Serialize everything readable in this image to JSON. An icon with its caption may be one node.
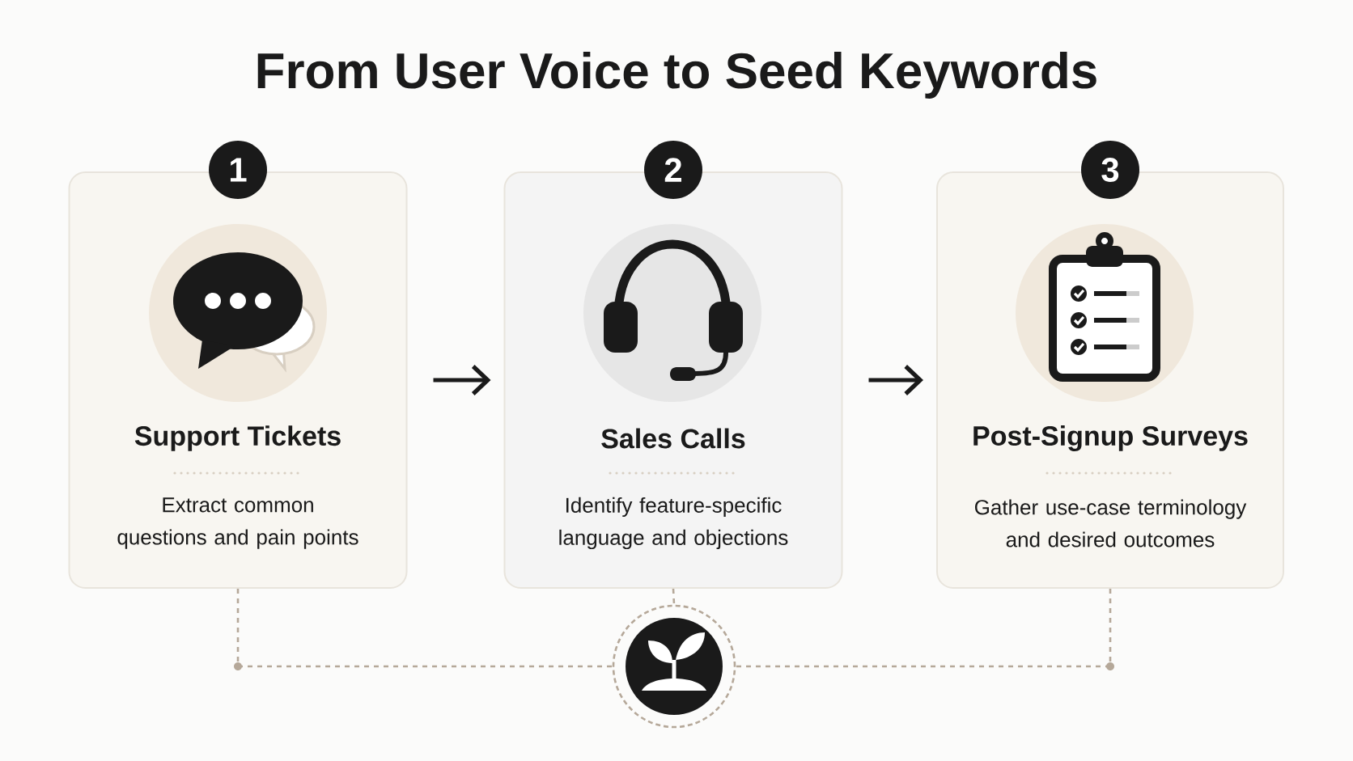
{
  "diagram": {
    "title": "From User Voice to Seed Keywords",
    "nodes": [
      {
        "text": [
          "1",
          "Support Tickets",
          "Extract common questions and pain points"
        ]
      },
      {
        "text": [
          "2",
          "Sales Calls",
          "Identify feature-specific language and objections"
        ]
      },
      {
        "text": [
          "3",
          "Post-Signup Surveys",
          "Gather use-case terminology and desired outcomes"
        ]
      },
      {
        "text": [],
        "shape": "circle"
      }
    ],
    "edges": [
      {
        "from": 0,
        "to": 1,
        "arrow": "to",
        "style": "thick",
        "color": "#1a1a1a"
      },
      {
        "from": 1,
        "to": 2,
        "arrow": "to",
        "style": "thick",
        "color": "#1a1a1a"
      },
      {
        "from": 0,
        "to": 3,
        "arrow": "none",
        "style": "dashed"
      },
      {
        "from": 1,
        "to": 3,
        "arrow": "none",
        "style": "dashed"
      },
      {
        "from": 2,
        "to": 3,
        "arrow": "none",
        "style": "dashed"
      }
    ]
  }
}
